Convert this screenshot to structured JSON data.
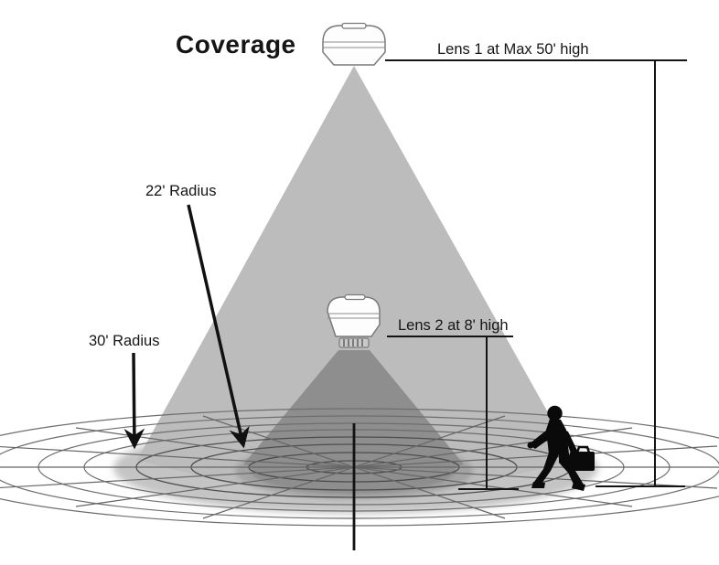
{
  "title": "Coverage",
  "diagram": {
    "lens1_label": "Lens 1 at Max 50' high",
    "lens2_label": "Lens 2 at 8' high",
    "radius_22_label": "22' Radius",
    "radius_30_label": "30' Radius",
    "coverage_values": {
      "lens1_max_mount_height_ft": 50,
      "lens2_mount_height_ft": 8,
      "inner_coverage_radius_ft": 22,
      "outer_coverage_radius_ft": 30
    },
    "icons": {
      "lens1": "ceiling-motion-sensor-icon",
      "lens2": "ceiling-motion-sensor-icon",
      "person": "walking-person-with-briefcase-icon"
    },
    "colors": {
      "lens1_cone": "#bcbcbc",
      "lens2_cone": "#8e8e8e",
      "ground_footprint_light": "#c4c4c4",
      "ground_footprint_medium": "#a2a2a2",
      "ink": "#141414",
      "background": "#ffffff"
    }
  }
}
